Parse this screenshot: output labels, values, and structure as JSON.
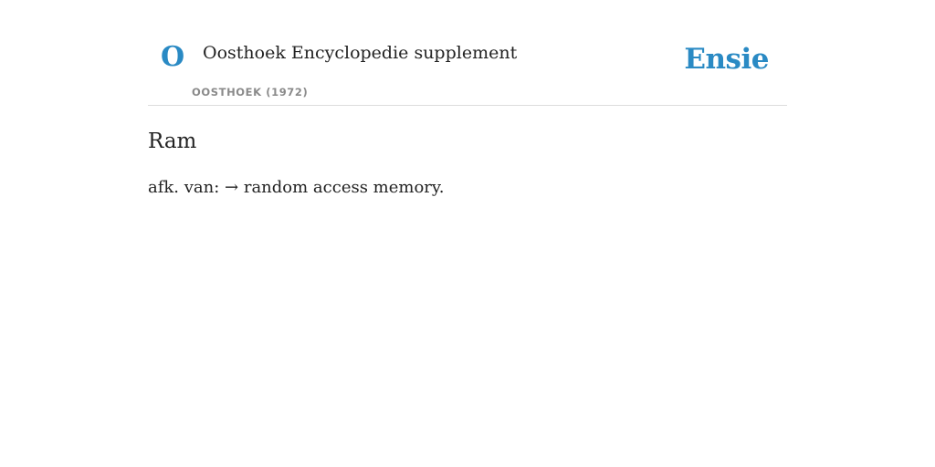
{
  "header": {
    "logo_letter": "O",
    "source_title": "Oosthoek Encyclopedie supplement",
    "source_meta": "OOSTHOEK (1972)",
    "brand": "Ensie"
  },
  "entry": {
    "title": "Ram",
    "prefix": "afk. van: ",
    "arrow": "→",
    "link_text": " random access memory",
    "suffix": "."
  }
}
